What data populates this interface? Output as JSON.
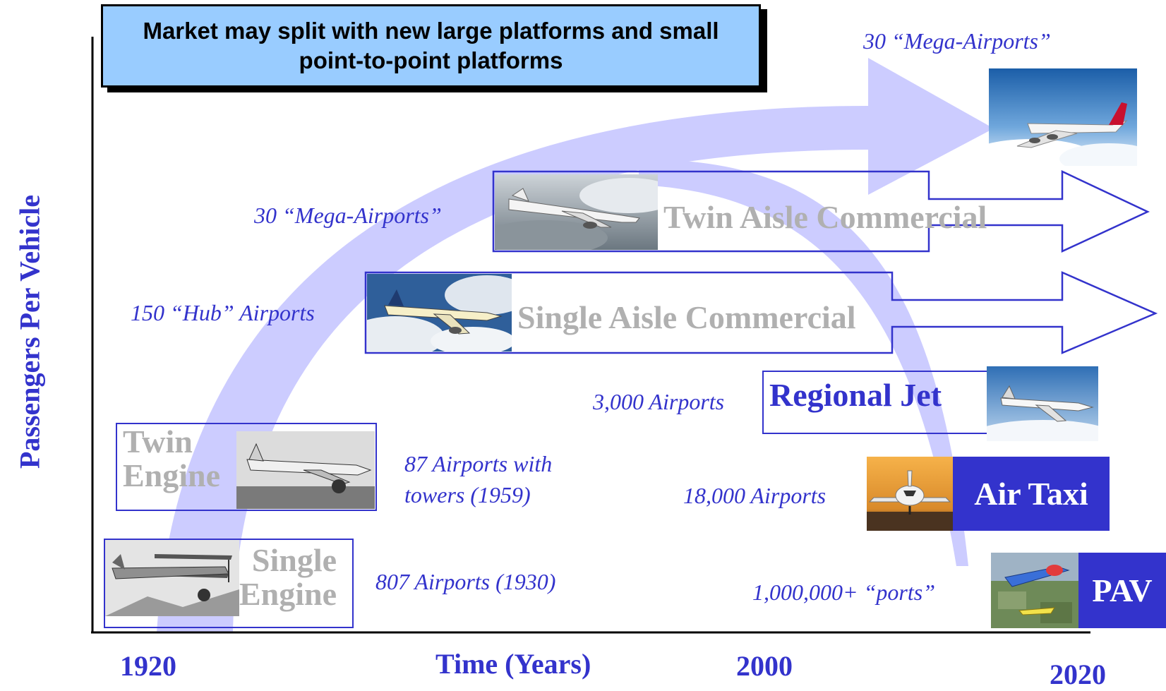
{
  "title": "Market may split with new large platforms and small point-to-point platforms",
  "axes": {
    "y_label": "Passengers Per Vehicle",
    "x_label": "Time (Years)",
    "x_ticks": [
      "1920",
      "2000",
      "2020"
    ]
  },
  "platforms": {
    "single_engine": {
      "label_line1": "Single",
      "label_line2": "Engine",
      "airports": "807 Airports (1930)",
      "photo_icon": "biplane-photo"
    },
    "twin_engine": {
      "label_line1": "Twin",
      "label_line2": "Engine",
      "airports_line1": "87 Airports with",
      "airports_line2": "towers (1959)",
      "photo_icon": "twin-engine-airliner-photo"
    },
    "single_aisle": {
      "label": "Single Aisle Commercial",
      "airports": "150 “Hub” Airports",
      "photo_icon": "single-aisle-jet-photo"
    },
    "twin_aisle": {
      "label": "Twin Aisle Commercial",
      "airports": "30 “Mega-Airports”",
      "photo_icon": "twin-aisle-jet-photo"
    },
    "mega": {
      "airports": "30 “Mega-Airports”",
      "photo_icon": "jumbo-jet-photo"
    },
    "regional_jet": {
      "label": "Regional Jet",
      "airports": "3,000 Airports",
      "photo_icon": "regional-jet-photo"
    },
    "air_taxi": {
      "label": "Air Taxi",
      "airports": "18,000 Airports",
      "photo_icon": "business-jet-photo"
    },
    "pav": {
      "label": "PAV",
      "airports": "1,000,000+ “ports”",
      "photo_icon": "personal-air-vehicle-photo"
    }
  },
  "colors": {
    "accent_blue": "#3333cc",
    "title_fill": "#99ccff",
    "trend_arrow": "#ccccff",
    "label_gray": "#b0b0b0"
  }
}
